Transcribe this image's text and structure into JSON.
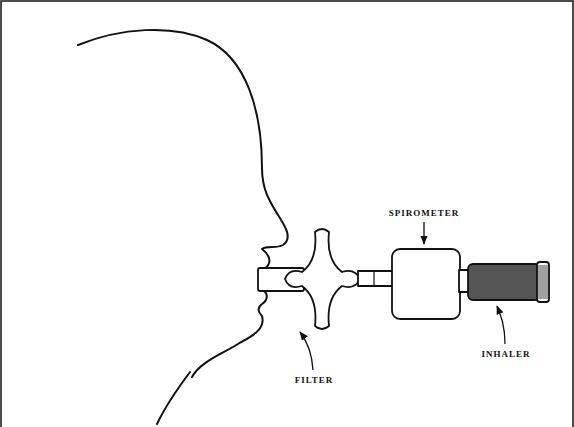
{
  "diagram": {
    "labels": [
      "SPIROMETER",
      "FILTER",
      "INHALER"
    ]
  }
}
